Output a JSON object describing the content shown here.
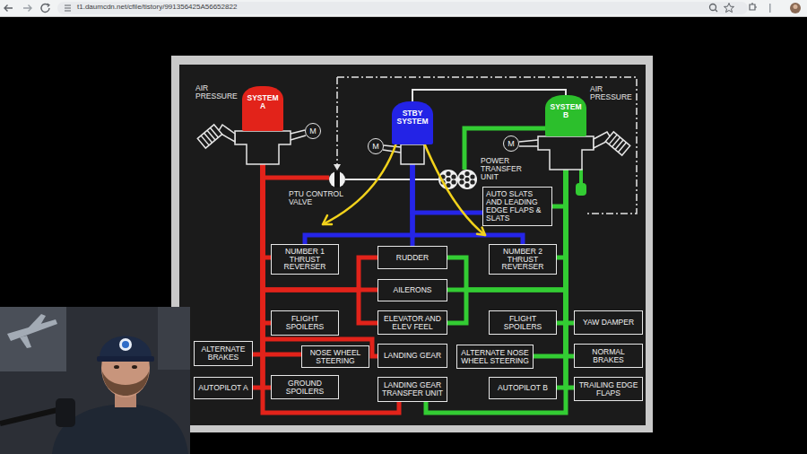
{
  "diagram": {
    "nodes": [
      {
        "text": [
          "SYSTEM A"
        ]
      },
      {
        "text": [
          "M"
        ]
      },
      {
        "text": [
          "STBY SYSTEM"
        ]
      },
      {
        "text": [
          "M"
        ]
      },
      {
        "text": [
          "M"
        ]
      },
      {
        "text": [
          "SYSTEM B"
        ]
      },
      {
        "text": [
          "AUTO SLATS AND LEADING EDGE FLAPS & SLATS"
        ]
      },
      {
        "text": [
          "NUMBER 1 THRUST REVERSER"
        ]
      },
      {
        "text": [
          "RUDDER"
        ]
      },
      {
        "text": [
          "NUMBER 2 THRUST REVERSER"
        ]
      },
      {
        "text": [
          "AILERONS"
        ]
      },
      {
        "text": [
          "FLIGHT SPOILERS"
        ]
      },
      {
        "text": [
          "ELEVATOR AND ELEV FEEL"
        ]
      },
      {
        "text": [
          "FLIGHT SPOILERS"
        ]
      },
      {
        "text": [
          "YAW DAMPER"
        ]
      },
      {
        "text": [
          "ALTERNATE BRAKES"
        ]
      },
      {
        "text": [
          "NOSE WHEEL STEERING"
        ]
      },
      {
        "text": [
          "LANDING GEAR"
        ]
      },
      {
        "text": [
          "ALTERNATE NOSE WHEEL STEERING"
        ]
      },
      {
        "text": [
          "NORMAL BRAKES"
        ]
      },
      {
        "text": [
          "AUTOPILOT A"
        ]
      },
      {
        "text": [
          "GROUND SPOILERS"
        ]
      },
      {
        "text": [
          "LANDING GEAR TRANSFER UNIT"
        ]
      },
      {
        "text": [
          "AUTOPILOT B"
        ]
      },
      {
        "text": [
          "TRAILING EDGE FLAPS"
        ]
      }
    ],
    "edges": [
      {
        "from": 0,
        "to": 7,
        "arrow": "none"
      },
      {
        "from": 0,
        "to": 8,
        "arrow": "none"
      },
      {
        "from": 0,
        "to": 10,
        "arrow": "none"
      },
      {
        "from": 0,
        "to": 12,
        "arrow": "none"
      },
      {
        "from": 0,
        "to": 11,
        "arrow": "none"
      },
      {
        "from": 0,
        "to": 15,
        "arrow": "none"
      },
      {
        "from": 0,
        "to": 16,
        "arrow": "none"
      },
      {
        "from": 0,
        "to": 17,
        "arrow": "none"
      },
      {
        "from": 0,
        "to": 20,
        "arrow": "none"
      },
      {
        "from": 0,
        "to": 21,
        "arrow": "none"
      },
      {
        "from": 0,
        "to": 22,
        "arrow": "none"
      },
      {
        "from": 2,
        "to": 7,
        "arrow": "none"
      },
      {
        "from": 2,
        "to": 8,
        "arrow": "none"
      },
      {
        "from": 2,
        "to": 9,
        "arrow": "none"
      },
      {
        "from": 2,
        "to": 6,
        "arrow": "none"
      },
      {
        "from": 5,
        "to": 6,
        "arrow": "none"
      },
      {
        "from": 5,
        "to": 9,
        "arrow": "none"
      },
      {
        "from": 5,
        "to": 8,
        "arrow": "none"
      },
      {
        "from": 5,
        "to": 10,
        "arrow": "none"
      },
      {
        "from": 5,
        "to": 12,
        "arrow": "none"
      },
      {
        "from": 5,
        "to": 13,
        "arrow": "none"
      },
      {
        "from": 5,
        "to": 14,
        "arrow": "none"
      },
      {
        "from": 5,
        "to": 19,
        "arrow": "none"
      },
      {
        "from": 5,
        "to": 18,
        "arrow": "none"
      },
      {
        "from": 5,
        "to": 23,
        "arrow": "none"
      },
      {
        "from": 5,
        "to": 24,
        "arrow": "none"
      },
      {
        "from": 5,
        "to": 22,
        "arrow": "none"
      }
    ],
    "labels": [
      "t1.daumcdn.net/cfile/tistory/991356425A56652822",
      "AIR PRESSURE",
      "AIR PRESSURE",
      "PTU CONTROL VALVE",
      "POWER TRANSFER UNIT"
    ]
  }
}
